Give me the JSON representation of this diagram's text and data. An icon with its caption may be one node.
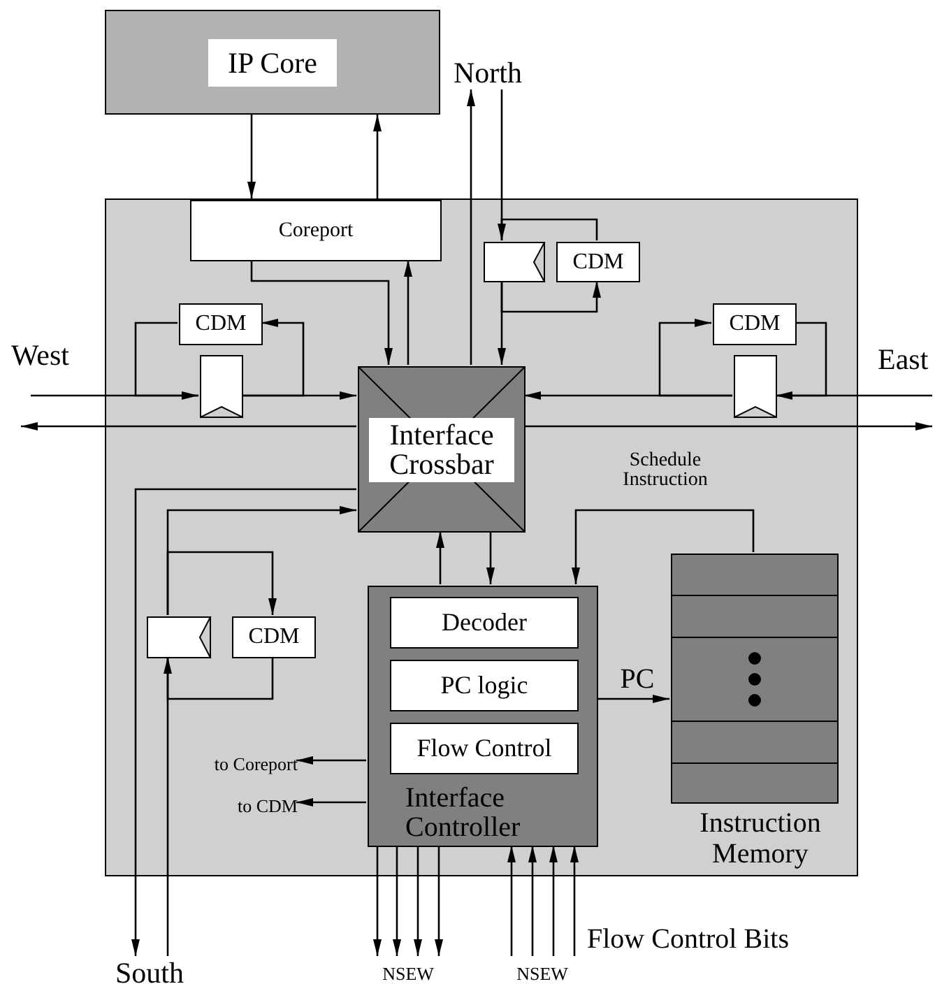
{
  "diagram": {
    "nodes": [
      {
        "text": [
          "IP Core"
        ]
      },
      {
        "text": [],
        "shape": "box"
      },
      {
        "text": [
          "Coreport"
        ],
        "in": 1
      },
      {
        "text": [
          "Interface Crossbar"
        ],
        "in": 1
      },
      {
        "text": [],
        "shape": "box",
        "in": 1
      },
      {
        "text": [
          "CDM"
        ],
        "in": 1
      },
      {
        "text": [
          "CDM"
        ],
        "in": 1
      },
      {
        "text": [],
        "shape": "box",
        "in": 1
      },
      {
        "text": [
          "CDM"
        ],
        "in": 1
      },
      {
        "text": [],
        "shape": "box",
        "in": 1
      },
      {
        "text": [],
        "shape": "box",
        "in": 1
      },
      {
        "text": [
          "CDM"
        ],
        "in": 1
      },
      {
        "text": [
          "Interface Controller"
        ],
        "in": 1
      },
      {
        "text": [
          "Decoder"
        ],
        "in": 12
      },
      {
        "text": [
          "PC logic"
        ],
        "in": 12
      },
      {
        "text": [
          "Flow Control"
        ],
        "in": 12
      },
      {
        "text": [
          "Instruction Memory"
        ],
        "in": 1
      },
      {
        "text": [
          "North"
        ]
      },
      {
        "text": [
          "South"
        ]
      },
      {
        "text": [
          "to Coreport"
        ],
        "in": 1
      },
      {
        "text": [
          "to CDM"
        ],
        "in": 1
      },
      {
        "text": [
          "NSEW"
        ]
      },
      {
        "text": [
          "NSEW"
        ]
      }
    ],
    "edges": [
      {
        "from": 0,
        "to": 2,
        "arrow": "to"
      },
      {
        "from": 2,
        "to": 0,
        "arrow": "to"
      },
      {
        "from": 2,
        "to": 3,
        "arrow": "to"
      },
      {
        "from": 3,
        "to": 2,
        "arrow": "to"
      },
      {
        "from": 3,
        "to": 17,
        "arrow": "to"
      },
      {
        "from": 17,
        "to": 4,
        "arrow": "none"
      },
      {
        "from": 4,
        "to": 3,
        "arrow": "to"
      },
      {
        "from": 4,
        "to": 5,
        "arrow": "to"
      },
      {
        "from": 5,
        "to": 4,
        "arrow": "to"
      },
      {
        "from": null,
        "to": 7,
        "arrow": "none"
      },
      {
        "from": 7,
        "to": 3,
        "arrow": "to"
      },
      {
        "from": 7,
        "to": 6,
        "arrow": "to"
      },
      {
        "from": 6,
        "to": 7,
        "arrow": "to"
      },
      {
        "from": 3,
        "to": null,
        "arrow": "to"
      },
      {
        "from": null,
        "to": 9,
        "arrow": "none"
      },
      {
        "from": 9,
        "to": 3,
        "arrow": "to"
      },
      {
        "from": 9,
        "to": 8,
        "arrow": "to"
      },
      {
        "from": 8,
        "to": 9,
        "arrow": "to"
      },
      {
        "from": 3,
        "to": null,
        "arrow": "to"
      },
      {
        "from": 3,
        "to": 18,
        "arrow": "to"
      },
      {
        "from": 18,
        "to": 10,
        "arrow": "none"
      },
      {
        "from": 10,
        "to": 3,
        "arrow": "to"
      },
      {
        "from": 10,
        "to": 11,
        "arrow": "to"
      },
      {
        "from": 11,
        "to": 10,
        "arrow": "to"
      },
      {
        "from": 3,
        "to": 12,
        "arrow": "to"
      },
      {
        "from": 12,
        "to": 3,
        "arrow": "to"
      },
      {
        "from": 16,
        "to": 12,
        "arrow": "to",
        "label": "Schedule Instruction"
      },
      {
        "from": 12,
        "to": 16,
        "arrow": "to",
        "label": "PC"
      },
      {
        "from": 12,
        "to": 19,
        "arrow": "to"
      },
      {
        "from": 12,
        "to": 20,
        "arrow": "to"
      },
      {
        "from": 12,
        "to": 21,
        "arrow": "to"
      },
      {
        "from": 12,
        "to": 21,
        "arrow": "to"
      },
      {
        "from": 12,
        "to": 21,
        "arrow": "to"
      },
      {
        "from": 12,
        "to": 21,
        "arrow": "to"
      },
      {
        "from": 22,
        "to": 12,
        "arrow": "to"
      },
      {
        "from": 22,
        "to": 12,
        "arrow": "to"
      },
      {
        "from": 22,
        "to": 12,
        "arrow": "to"
      },
      {
        "from": 22,
        "to": 12,
        "arrow": "to"
      }
    ],
    "labels": [
      "West",
      "East",
      "Flow Control Bits"
    ]
  }
}
